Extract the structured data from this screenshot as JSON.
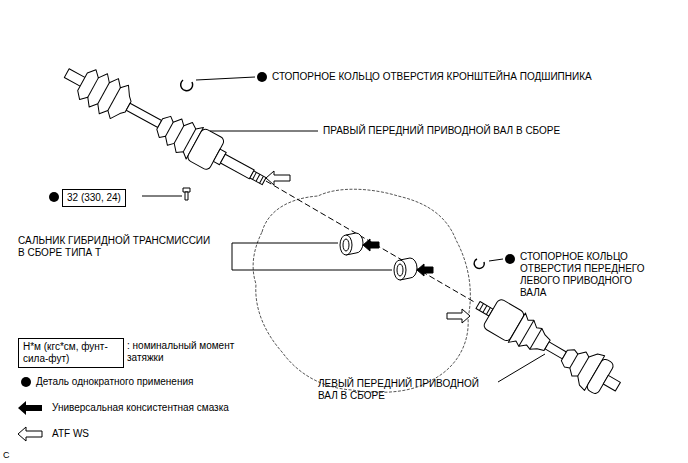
{
  "diagram": {
    "nodes": [
      {
        "text": [
          "32 (330, 24)"
        ]
      },
      {
        "text": [
          "Н*м (кгс*см, фунт-сила-фут)"
        ]
      }
    ],
    "labels": [
      "СТОПОРНОЕ КОЛЬЦО ОТВЕРСТИЯ КРОНШТЕЙНА ПОДШИПНИКА",
      "ПРАВЫЙ ПЕРЕДНИЙ ПРИВОДНОЙ ВАЛ В СБОРЕ",
      "САЛЬНИК ГИБРИДНОЙ ТРАНСМИССИИ В СБОРЕ ТИПА Т",
      "СТОПОРНОЕ КОЛЬЦО ОТВЕРСТИЯ ПЕРЕДНЕГО ЛЕВОГО ПРИВОДНОГО ВАЛА",
      "ЛЕВЫЙ ПЕРЕДНИЙ ПРИВОДНОЙ ВАЛ В СБОРЕ",
      "C"
    ],
    "legend": [
      {
        "text": ": номинальный момент затяжки"
      },
      {
        "text": "Деталь однократного применения"
      },
      {
        "text": "Универсальная консистентная смазка"
      },
      {
        "text": "ATF WS"
      }
    ]
  }
}
